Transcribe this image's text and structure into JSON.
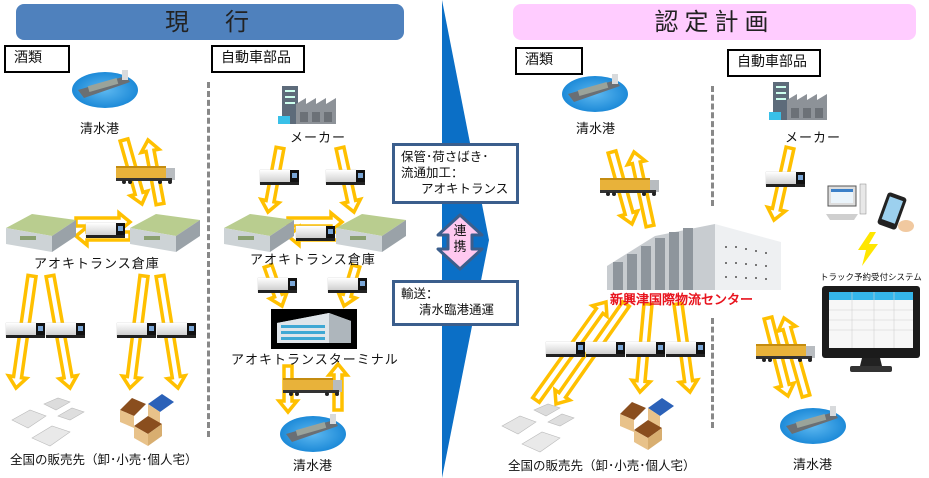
{
  "colors": {
    "current_header": "#4f81bd",
    "plan_header": "#ffccff",
    "arrow_fill": "#ffc000",
    "divider_arrow": "#0b6fc6",
    "infobox_border": "#3b5e8c",
    "link_arrow": "#ffc8f0",
    "center_label": "#e8141e"
  },
  "current": {
    "title": "現　行",
    "categories": {
      "liquor": "酒類",
      "auto_parts": "自動車部品"
    },
    "liquor": {
      "port": "清水港",
      "warehouse": "アオキトランス倉庫",
      "destination": "全国の販売先（卸･小売･個人宅）"
    },
    "auto_parts": {
      "maker": "メーカー",
      "warehouse": "アオキトランス倉庫",
      "terminal": "アオキトランスターミナル",
      "port": "清水港"
    }
  },
  "middle": {
    "box1": {
      "line1": "保管･荷さばき･",
      "line2": "流通加工：",
      "line3": "アオキトランス"
    },
    "link": {
      "line1": "連",
      "line2": "携"
    },
    "box2": {
      "line1": "輸送：",
      "line2": "清水臨港通運"
    }
  },
  "plan": {
    "title": "認定計画",
    "categories": {
      "liquor": "酒類",
      "auto_parts": "自動車部品"
    },
    "liquor_port": "清水港",
    "maker": "メーカー",
    "center": "新興津国際物流センター",
    "booking_system": "トラック予約受付システム",
    "destination": "全国の販売先（卸･小売･個人宅）",
    "auto_port": "清水港"
  },
  "icons": [
    "ship-icon",
    "factory-icon",
    "container-truck-icon",
    "box-truck-icon",
    "warehouse-icon",
    "terminal-building-icon",
    "distribution-center-icon",
    "computer-icon",
    "smartphone-icon",
    "lightning-icon",
    "monitor-icon",
    "store-buildings-icon",
    "houses-icon"
  ]
}
